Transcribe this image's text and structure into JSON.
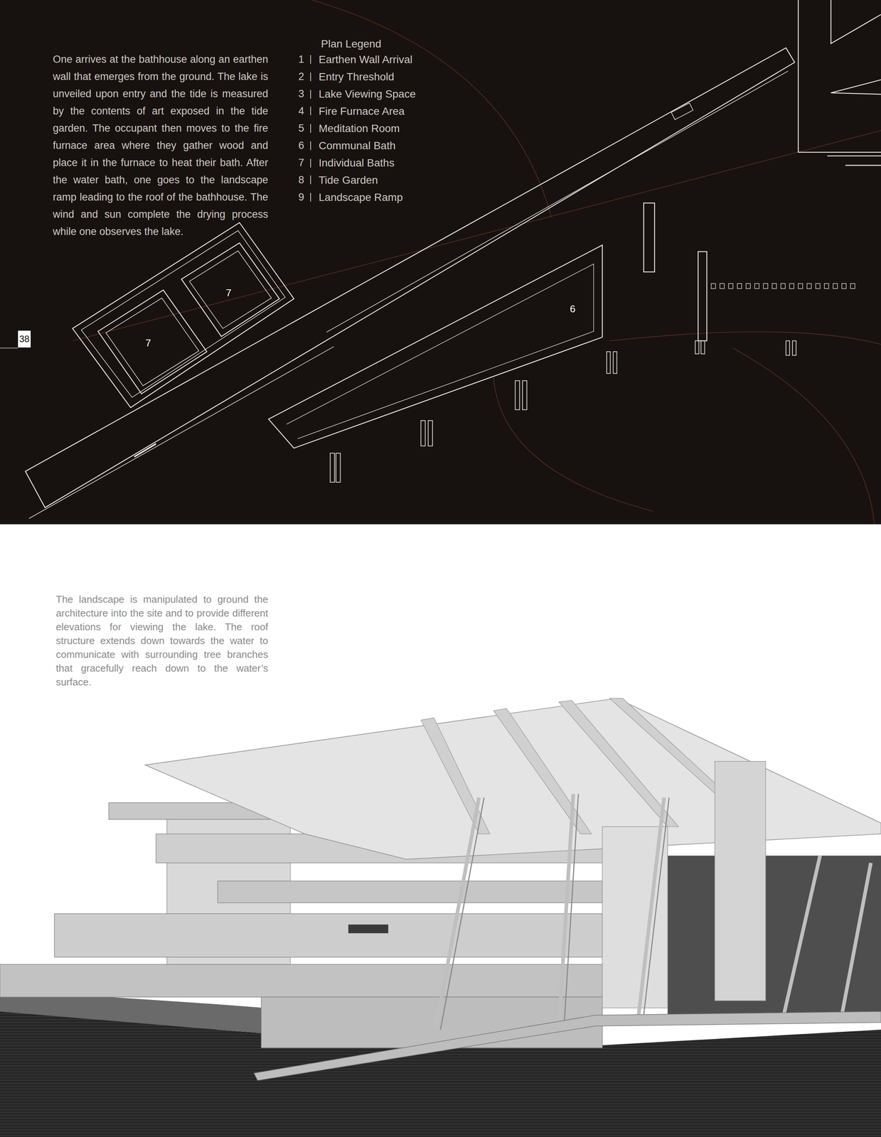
{
  "diagram": {
    "nodes": [
      {
        "text": [
          "7"
        ]
      },
      {
        "text": [
          "6"
        ]
      },
      {
        "text": [
          "38"
        ]
      },
      {
        "text": [
          "7"
        ]
      }
    ],
    "labels": [
      "One arrives at the bathhouse along an earthen wall that emerges from the ground. The lake is unveiled upon entry and the tide is measured by the contents of art exposed in the tide garden. The occupant then moves to the fire furnace area where they gather wood and place it in the furnace to heat their bath. After the water bath, one goes to the landscape ramp leading to the roof of the bathhouse. The wind and sun complete the drying process while one observes the lake.",
      "Plan Legend",
      "1",
      "2",
      "3",
      "4",
      "5",
      "6",
      "7",
      "8",
      "9",
      "The landscape is manipulated to ground the architecture into the site and to provide different elevations for viewing the lake. The roof structure extends down towards the water to communicate with surrounding tree branches that gracefully reach down to the water’s surface."
    ],
    "legend": [
      {
        "text": "Earthen Wall Arrival"
      },
      {
        "text": "Entry Threshold"
      },
      {
        "text": "Lake Viewing Space"
      },
      {
        "text": "Fire Furnace Area"
      },
      {
        "text": "Meditation Room"
      },
      {
        "text": "Communal Bath"
      },
      {
        "text": "Individual Baths"
      },
      {
        "text": "Tide Garden"
      },
      {
        "text": "Landscape Ramp"
      }
    ]
  }
}
